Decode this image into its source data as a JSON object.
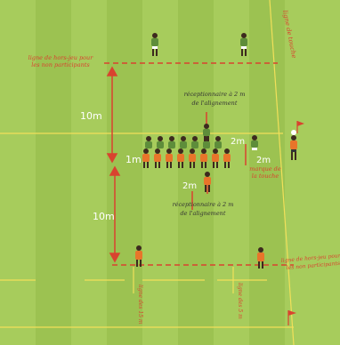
{
  "colors": {
    "grass_light": "#a7cc5c",
    "grass_dark": "#93bb47",
    "line_yellow": "#f1e05a",
    "annotation_red": "#d9432f",
    "team_green": "#5e8d3a",
    "team_orange": "#e8752a"
  },
  "labels": {
    "hors_jeu_top": [
      "ligne de hors-jeu pour",
      "les non participants"
    ],
    "ligne_touche": "ligne de touche",
    "receptionnaire_top": [
      "réceptionnaire à 2 m",
      "de l'alignement"
    ],
    "receptionnaire_bottom": [
      "réceptionnaire à 2 m",
      "de l'alignement"
    ],
    "manque_touche": [
      "marque de",
      "la touche"
    ],
    "hors_jeu_bottom": [
      "ligne de hors-jeu pour",
      "les non participants"
    ],
    "ligne_15m": "ligne des 15 m",
    "ligne_5m": "ligne des 5 m"
  },
  "distances": {
    "top_10m": "10m",
    "bottom_10m": "10m",
    "gap_1m": "1m",
    "gap_2m_right": "2m",
    "gap_2m_vertical": "2m",
    "gap_2m_bottom": "2m"
  },
  "icons": {
    "flag": "flag-icon",
    "player": "player-icon"
  }
}
